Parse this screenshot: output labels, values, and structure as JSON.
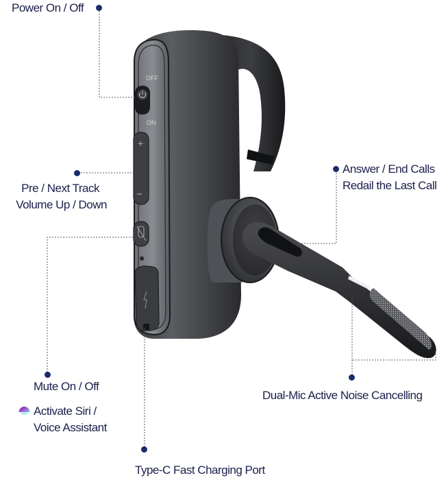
{
  "diagram": {
    "accent_color": "#1b2a6b",
    "text_color": "#1b1f4a",
    "callouts": [
      {
        "id": "power",
        "label": "Power On / Off"
      },
      {
        "id": "track_volume",
        "line1": "Pre / Next Track",
        "line2": "Volume Up / Down"
      },
      {
        "id": "mute",
        "label": "Mute On / Off"
      },
      {
        "id": "siri",
        "line1": "Activate Siri /",
        "line2": "Voice Assistant",
        "icon": "siri-icon"
      },
      {
        "id": "calls",
        "line1": "Answer / End Calls",
        "line2": "Redail the Last Call"
      },
      {
        "id": "noise",
        "label": "Dual-Mic Active Noise Cancelling"
      },
      {
        "id": "charging",
        "label": "Type-C Fast Charging Port"
      }
    ],
    "device_markings": {
      "off": "OFF",
      "on": "ON",
      "plus": "+",
      "minus": "−"
    }
  }
}
